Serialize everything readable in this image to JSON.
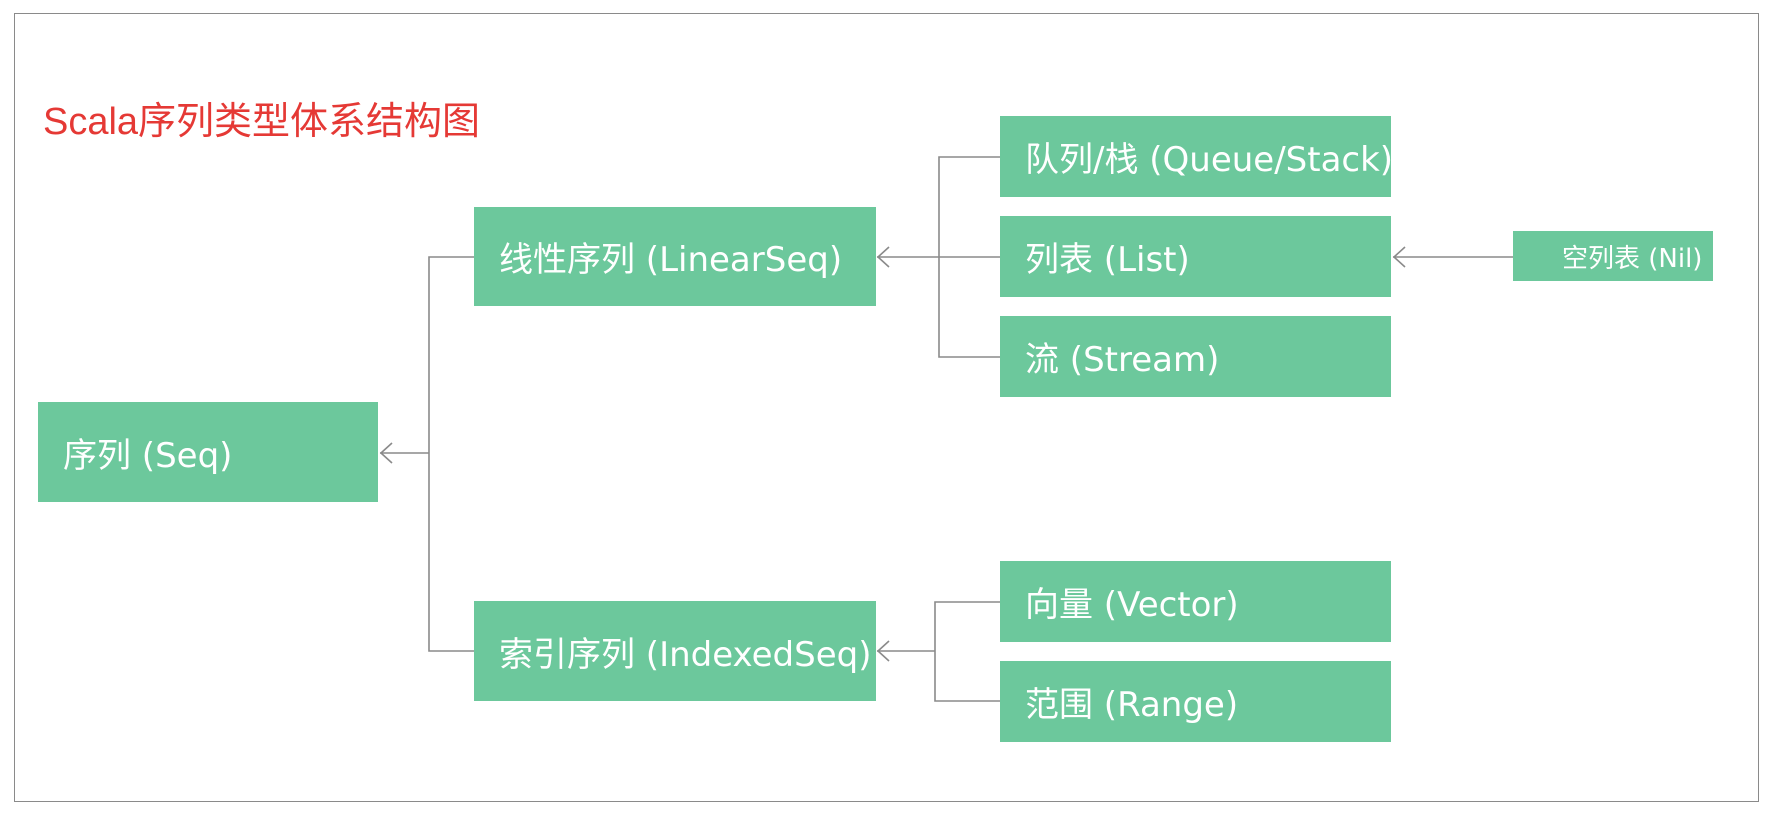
{
  "title": "Scala序列类型体系结构图",
  "colors": {
    "title": "#e53935",
    "node_fill": "#6cc89c",
    "node_text": "#ffffff",
    "connector": "#8a8a8a",
    "frame": "#8a8a8a"
  },
  "nodes": {
    "seq": "序列 (Seq)",
    "linear_seq": "线性序列 (LinearSeq)",
    "indexed_seq": "索引序列 (IndexedSeq)",
    "queue_stack": "队列/栈 (Queue/Stack)",
    "list": "列表 (List)",
    "stream": "流 (Stream)",
    "nil": "空列表 (Nil)",
    "vector": "向量 (Vector)",
    "range": "范围 (Range)"
  }
}
